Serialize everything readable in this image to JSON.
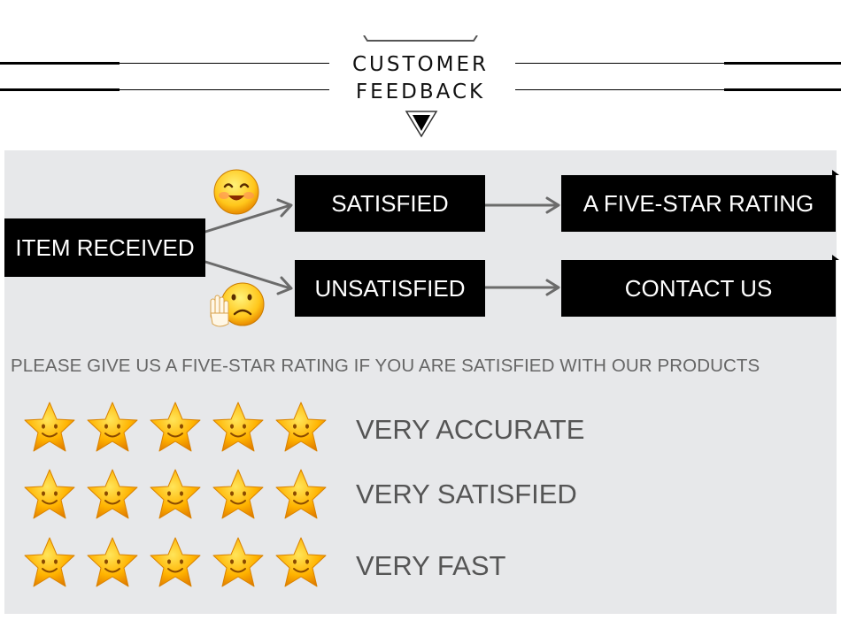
{
  "header": {
    "title_line1": "CUSTOMER",
    "title_line2": "FEEDBACK"
  },
  "flow": {
    "start": "ITEM RECEIVED",
    "satisfied": "SATISFIED",
    "unsatisfied": "UNSATISFIED",
    "five_star": "A FIVE-STAR RATING",
    "contact": "CONTACT US",
    "happy_icon": "smiling-face-icon",
    "sad_icon": "sad-face-stop-hand-icon"
  },
  "notice": "PLEASE GIVE US A FIVE-STAR RATING IF YOU ARE SATISFIED WITH OUR PRODUCTS",
  "ratings": [
    {
      "label": "VERY ACCURATE",
      "stars": 5
    },
    {
      "label": "VERY SATISFIED",
      "stars": 5
    },
    {
      "label": "VERY FAST",
      "stars": 5
    }
  ],
  "colors": {
    "panel": "#e7e8ea",
    "box": "#000000",
    "star": "#f7a400",
    "text_gray": "#666666"
  }
}
